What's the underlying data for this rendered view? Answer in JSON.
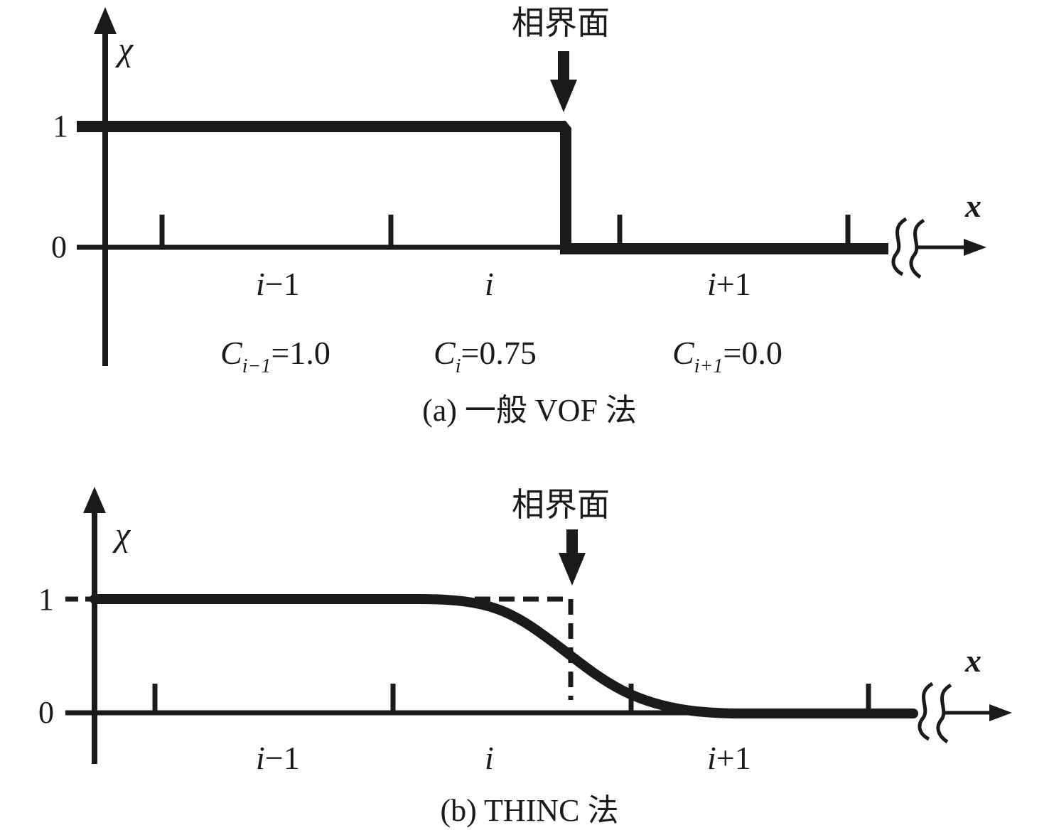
{
  "panel_a": {
    "axis_y_label": "χ",
    "axis_x_label": "x",
    "tick_1": "1",
    "tick_0": "0",
    "interface_label": "相界面",
    "cell_labels": [
      {
        "base": "i",
        "rest": "−1"
      },
      {
        "base": "i",
        "rest": ""
      },
      {
        "base": "i",
        "rest": "+1"
      }
    ],
    "fractions": [
      {
        "base": "C",
        "sub": "i−1",
        "value": "=1.0"
      },
      {
        "base": "C",
        "sub": "i",
        "value": "=0.75"
      },
      {
        "base": "C",
        "sub": "i+1",
        "value": "=0.0"
      }
    ],
    "caption": "(a) 一般 VOF 法"
  },
  "panel_b": {
    "axis_y_label": "χ",
    "axis_x_label": "x",
    "tick_1": "1",
    "tick_0": "0",
    "interface_label": "相界面",
    "cell_labels": [
      {
        "base": "i",
        "rest": "−1"
      },
      {
        "base": "i",
        "rest": ""
      },
      {
        "base": "i",
        "rest": "+1"
      }
    ],
    "caption": "(b) THINC 法"
  },
  "colors": {
    "ink": "#1a1a1a",
    "background": "#ffffff"
  }
}
